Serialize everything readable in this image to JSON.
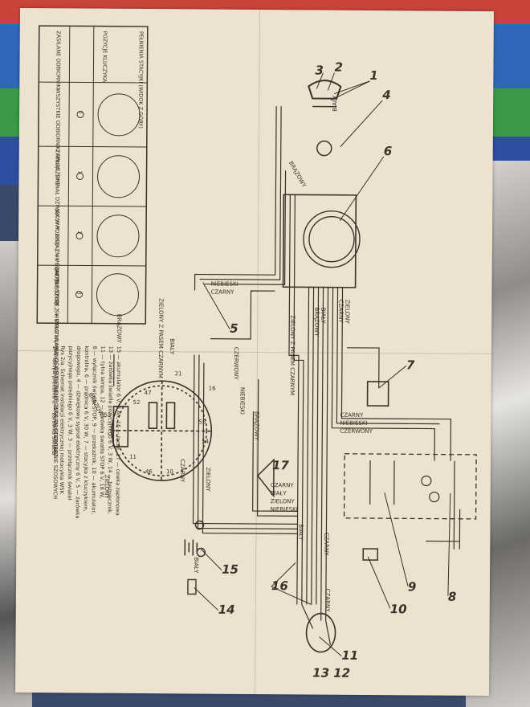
{
  "colors": {
    "paper": "#ece2cf",
    "ink": "#3a3128"
  },
  "table": {
    "row_headers": [
      "PEŁNIENIA STACYJKI (WIDOK Z GÓRY)",
      "POZYCJE KLUCZYKA",
      "ZASILANE ODBIORNIKI"
    ],
    "col_texts": [
      "WSZYSTKIE ODBIORNIKI OBŁĄCZONE",
      "ZAPŁON, SYGNAŁ DŹWIĘKOWY, WSKAŹNIK ŚWIATEŁ „STOP”",
      "JAK W POZYCJI 1 + POZYCYJNE TYLNE, ŚWIATŁO MIJANIA, OŚWIETLENIE ZEGARA, DROGOMIERZ",
      "JAK W POZYCJI 2 + ŚWIATŁA MIJANIA, OŚWIETLENIE ZEGARA, STEROWANIE SZOSOWYCH"
    ],
    "positions": [
      "0",
      "1",
      "2",
      "3"
    ]
  },
  "labels": {
    "bialy": "BIAŁY",
    "brazowy": "BRĄZOWY",
    "niebieski": "NIEBIESKI",
    "czarny": "CZARNY",
    "zielony_z_pasem": "ZIELONY Z PASEM CZARNYM",
    "zielony": "ZIELONY",
    "czerwony": "CZERWONY"
  },
  "numbers": [
    "1",
    "2",
    "3",
    "4",
    "5",
    "6",
    "7",
    "8",
    "9",
    "10",
    "11",
    "12",
    "13",
    "14",
    "15",
    "16",
    "17"
  ],
  "terminals": [
    "47",
    "21",
    "52",
    "53",
    "55",
    "54",
    "11",
    "46",
    "10",
    "16"
  ],
  "caption": [
    "1 — lampa przednia 2 — żarówka światła",
    "Rys 2/a. Schemat instalacji elektrycznej motocykla WSK",
    "pozycyjnego przedniego 6 V, 3 W, 3 — przełącznik świateł",
    "drogowego, 4 — dźwiękowy sygnał elektryczny 6 V, 5 — żarówka",
    "kontrolna, 6 — prądnica 6 V, 30 W, 7 — stacyjka z kluczykiem,",
    "8 — wyłącznik światła STOP, 9 — przekaźnik, 10 — akumulator,",
    "11 — tylna lampa, 12 — żarówka światła STOP 6 V, 18 W,",
    "13 — żarówka światła pozycyjnego 6 V, 3 W, 14 — bezpiecznik,",
    "15 — akumulator 6 V, 8 Ah, 16 — łącze, 17 — cewka zapłonowa"
  ]
}
